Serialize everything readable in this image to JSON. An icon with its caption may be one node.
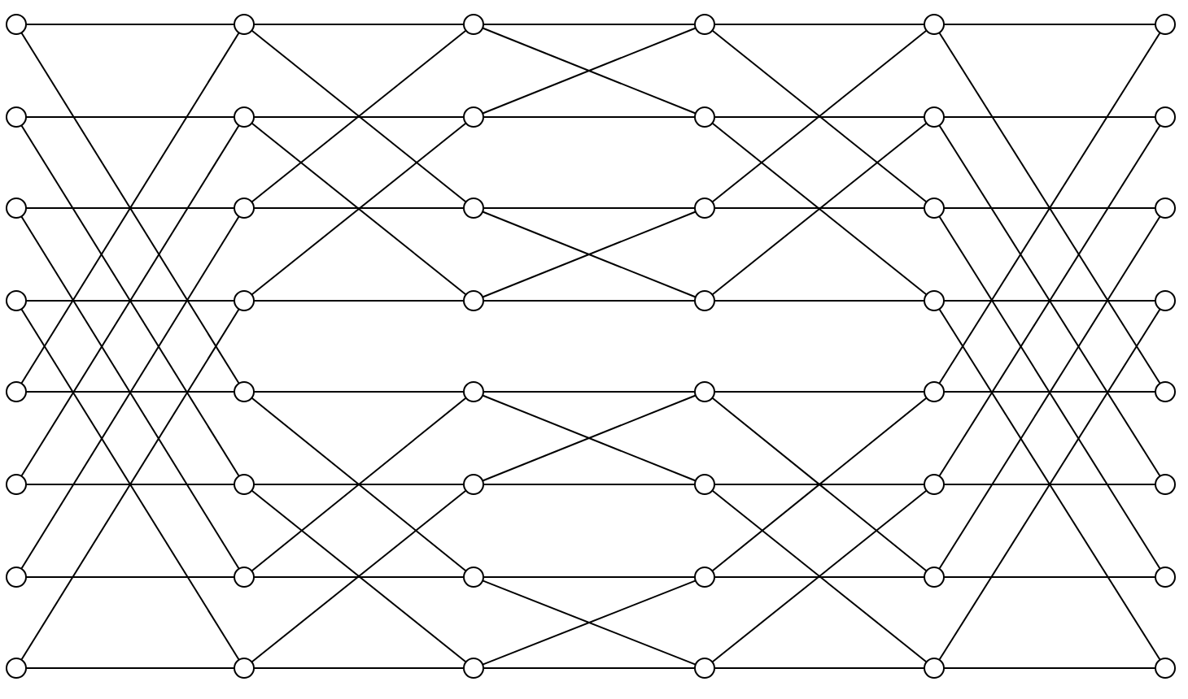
{
  "diagram": {
    "nodes": [
      {
        "text": [],
        "shape": "circle"
      },
      {
        "text": [],
        "shape": "circle"
      },
      {
        "text": [],
        "shape": "circle"
      },
      {
        "text": [],
        "shape": "circle"
      },
      {
        "text": [],
        "shape": "circle"
      },
      {
        "text": [],
        "shape": "circle"
      },
      {
        "text": [],
        "shape": "circle"
      },
      {
        "text": [],
        "shape": "circle"
      },
      {
        "text": [],
        "shape": "circle"
      },
      {
        "text": [],
        "shape": "circle"
      },
      {
        "text": [],
        "shape": "circle"
      },
      {
        "text": [],
        "shape": "circle"
      },
      {
        "text": [],
        "shape": "circle"
      },
      {
        "text": [],
        "shape": "circle"
      },
      {
        "text": [],
        "shape": "circle"
      },
      {
        "text": [],
        "shape": "circle"
      },
      {
        "text": [],
        "shape": "circle"
      },
      {
        "text": [],
        "shape": "circle"
      },
      {
        "text": [],
        "shape": "circle"
      },
      {
        "text": [],
        "shape": "circle"
      },
      {
        "text": [],
        "shape": "circle"
      },
      {
        "text": [],
        "shape": "circle"
      },
      {
        "text": [],
        "shape": "circle"
      },
      {
        "text": [],
        "shape": "circle"
      },
      {
        "text": [],
        "shape": "circle"
      },
      {
        "text": [],
        "shape": "circle"
      },
      {
        "text": [],
        "shape": "circle"
      },
      {
        "text": [],
        "shape": "circle"
      },
      {
        "text": [],
        "shape": "circle"
      },
      {
        "text": [],
        "shape": "circle"
      },
      {
        "text": [],
        "shape": "circle"
      },
      {
        "text": [],
        "shape": "circle"
      },
      {
        "text": [],
        "shape": "circle"
      },
      {
        "text": [],
        "shape": "circle"
      },
      {
        "text": [],
        "shape": "circle"
      },
      {
        "text": [],
        "shape": "circle"
      },
      {
        "text": [],
        "shape": "circle"
      },
      {
        "text": [],
        "shape": "circle"
      },
      {
        "text": [],
        "shape": "circle"
      },
      {
        "text": [],
        "shape": "circle"
      },
      {
        "text": [],
        "shape": "circle"
      },
      {
        "text": [],
        "shape": "circle"
      },
      {
        "text": [],
        "shape": "circle"
      },
      {
        "text": [],
        "shape": "circle"
      },
      {
        "text": [],
        "shape": "circle"
      },
      {
        "text": [],
        "shape": "circle"
      },
      {
        "text": [],
        "shape": "circle"
      },
      {
        "text": [],
        "shape": "circle"
      }
    ],
    "edges": [
      {
        "from": 0,
        "to": 1,
        "arrow": "none"
      },
      {
        "from": 0,
        "to": 25,
        "arrow": "none"
      },
      {
        "from": 6,
        "to": 7,
        "arrow": "none"
      },
      {
        "from": 6,
        "to": 31,
        "arrow": "none"
      },
      {
        "from": 12,
        "to": 13,
        "arrow": "none"
      },
      {
        "from": 12,
        "to": 37,
        "arrow": "none"
      },
      {
        "from": 18,
        "to": 19,
        "arrow": "none"
      },
      {
        "from": 18,
        "to": 43,
        "arrow": "none"
      },
      {
        "from": 24,
        "to": 25,
        "arrow": "none"
      },
      {
        "from": 24,
        "to": 1,
        "arrow": "none"
      },
      {
        "from": 30,
        "to": 31,
        "arrow": "none"
      },
      {
        "from": 30,
        "to": 7,
        "arrow": "none"
      },
      {
        "from": 36,
        "to": 37,
        "arrow": "none"
      },
      {
        "from": 36,
        "to": 13,
        "arrow": "none"
      },
      {
        "from": 42,
        "to": 43,
        "arrow": "none"
      },
      {
        "from": 42,
        "to": 19,
        "arrow": "none"
      },
      {
        "from": 1,
        "to": 2,
        "arrow": "none"
      },
      {
        "from": 1,
        "to": 14,
        "arrow": "none"
      },
      {
        "from": 7,
        "to": 8,
        "arrow": "none"
      },
      {
        "from": 7,
        "to": 20,
        "arrow": "none"
      },
      {
        "from": 13,
        "to": 14,
        "arrow": "none"
      },
      {
        "from": 13,
        "to": 2,
        "arrow": "none"
      },
      {
        "from": 19,
        "to": 20,
        "arrow": "none"
      },
      {
        "from": 19,
        "to": 8,
        "arrow": "none"
      },
      {
        "from": 25,
        "to": 26,
        "arrow": "none"
      },
      {
        "from": 25,
        "to": 38,
        "arrow": "none"
      },
      {
        "from": 31,
        "to": 32,
        "arrow": "none"
      },
      {
        "from": 31,
        "to": 44,
        "arrow": "none"
      },
      {
        "from": 37,
        "to": 38,
        "arrow": "none"
      },
      {
        "from": 37,
        "to": 26,
        "arrow": "none"
      },
      {
        "from": 43,
        "to": 44,
        "arrow": "none"
      },
      {
        "from": 43,
        "to": 32,
        "arrow": "none"
      },
      {
        "from": 2,
        "to": 3,
        "arrow": "none"
      },
      {
        "from": 2,
        "to": 9,
        "arrow": "none"
      },
      {
        "from": 8,
        "to": 9,
        "arrow": "none"
      },
      {
        "from": 8,
        "to": 3,
        "arrow": "none"
      },
      {
        "from": 14,
        "to": 15,
        "arrow": "none"
      },
      {
        "from": 14,
        "to": 21,
        "arrow": "none"
      },
      {
        "from": 20,
        "to": 21,
        "arrow": "none"
      },
      {
        "from": 20,
        "to": 15,
        "arrow": "none"
      },
      {
        "from": 26,
        "to": 27,
        "arrow": "none"
      },
      {
        "from": 26,
        "to": 33,
        "arrow": "none"
      },
      {
        "from": 32,
        "to": 33,
        "arrow": "none"
      },
      {
        "from": 32,
        "to": 27,
        "arrow": "none"
      },
      {
        "from": 38,
        "to": 39,
        "arrow": "none"
      },
      {
        "from": 38,
        "to": 45,
        "arrow": "none"
      },
      {
        "from": 44,
        "to": 45,
        "arrow": "none"
      },
      {
        "from": 44,
        "to": 39,
        "arrow": "none"
      },
      {
        "from": 3,
        "to": 4,
        "arrow": "none"
      },
      {
        "from": 3,
        "to": 16,
        "arrow": "none"
      },
      {
        "from": 9,
        "to": 10,
        "arrow": "none"
      },
      {
        "from": 9,
        "to": 22,
        "arrow": "none"
      },
      {
        "from": 15,
        "to": 16,
        "arrow": "none"
      },
      {
        "from": 15,
        "to": 4,
        "arrow": "none"
      },
      {
        "from": 21,
        "to": 22,
        "arrow": "none"
      },
      {
        "from": 21,
        "to": 10,
        "arrow": "none"
      },
      {
        "from": 27,
        "to": 28,
        "arrow": "none"
      },
      {
        "from": 27,
        "to": 40,
        "arrow": "none"
      },
      {
        "from": 33,
        "to": 34,
        "arrow": "none"
      },
      {
        "from": 33,
        "to": 46,
        "arrow": "none"
      },
      {
        "from": 39,
        "to": 40,
        "arrow": "none"
      },
      {
        "from": 39,
        "to": 28,
        "arrow": "none"
      },
      {
        "from": 45,
        "to": 46,
        "arrow": "none"
      },
      {
        "from": 45,
        "to": 34,
        "arrow": "none"
      },
      {
        "from": 4,
        "to": 5,
        "arrow": "none"
      },
      {
        "from": 4,
        "to": 29,
        "arrow": "none"
      },
      {
        "from": 10,
        "to": 11,
        "arrow": "none"
      },
      {
        "from": 10,
        "to": 35,
        "arrow": "none"
      },
      {
        "from": 16,
        "to": 17,
        "arrow": "none"
      },
      {
        "from": 16,
        "to": 41,
        "arrow": "none"
      },
      {
        "from": 22,
        "to": 23,
        "arrow": "none"
      },
      {
        "from": 22,
        "to": 47,
        "arrow": "none"
      },
      {
        "from": 28,
        "to": 29,
        "arrow": "none"
      },
      {
        "from": 28,
        "to": 5,
        "arrow": "none"
      },
      {
        "from": 34,
        "to": 35,
        "arrow": "none"
      },
      {
        "from": 34,
        "to": 11,
        "arrow": "none"
      },
      {
        "from": 40,
        "to": 41,
        "arrow": "none"
      },
      {
        "from": 40,
        "to": 17,
        "arrow": "none"
      },
      {
        "from": 46,
        "to": 47,
        "arrow": "none"
      },
      {
        "from": 46,
        "to": 23,
        "arrow": "none"
      }
    ]
  }
}
